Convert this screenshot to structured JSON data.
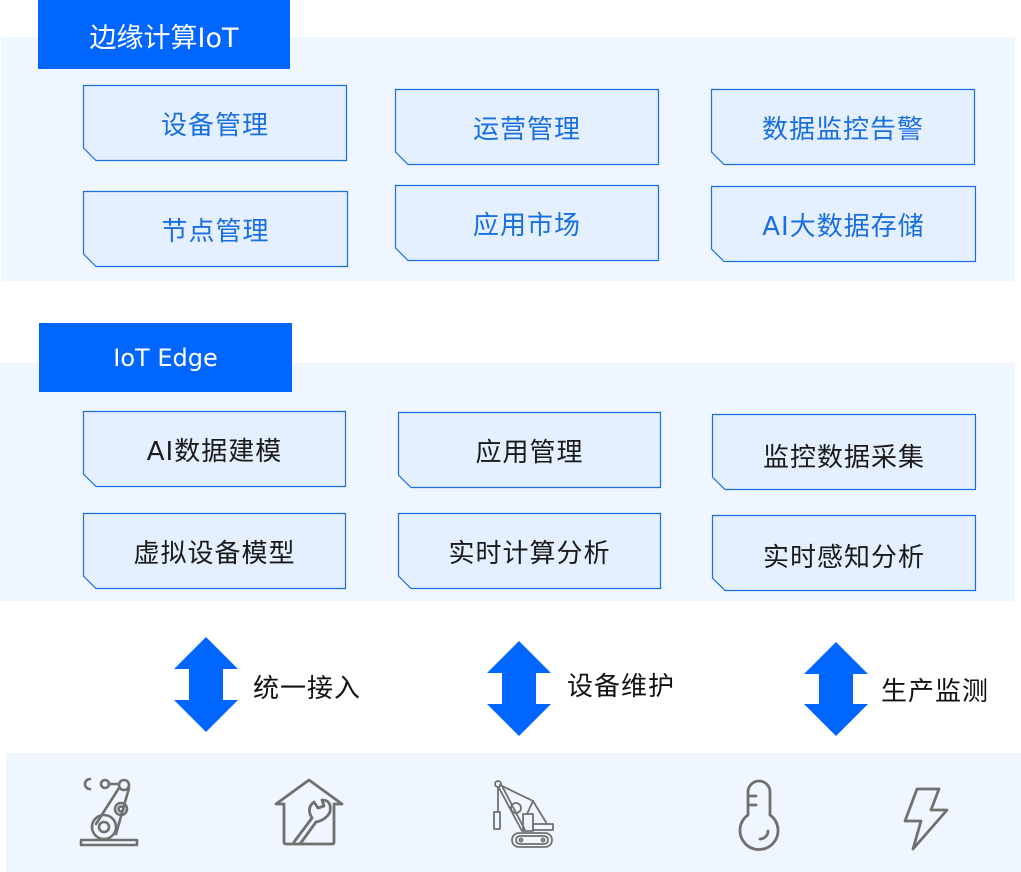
{
  "colors": {
    "accent": "#0066ff",
    "panel_bg": "#f0f6ff",
    "module_bg": "#e4efff",
    "module_border": "#1a6fe0",
    "module_text_blue": "#1a6fe0",
    "module_text_dark": "#1a1a1a",
    "icon_gray": "#707070"
  },
  "edge_cloud": {
    "title": "边缘计算IoT",
    "modules": [
      {
        "label": "设备管理"
      },
      {
        "label": "运营管理"
      },
      {
        "label": "数据监控告警"
      },
      {
        "label": "节点管理"
      },
      {
        "label": "应用市场"
      },
      {
        "label": "AI大数据存储"
      }
    ]
  },
  "iot_edge": {
    "title": "IoT Edge",
    "modules": [
      {
        "label": "AI数据建模"
      },
      {
        "label": "应用管理"
      },
      {
        "label": "监控数据采集"
      },
      {
        "label": "虚拟设备模型"
      },
      {
        "label": "实时计算分析"
      },
      {
        "label": "实时感知分析"
      }
    ]
  },
  "connections": [
    {
      "label": "统一接入",
      "icon": "double-arrow-vertical-icon"
    },
    {
      "label": "设备维护",
      "icon": "double-arrow-vertical-icon"
    },
    {
      "label": "生产监测",
      "icon": "double-arrow-vertical-icon"
    }
  ],
  "devices": [
    {
      "icon": "robot-arm-icon"
    },
    {
      "icon": "house-wrench-icon"
    },
    {
      "icon": "crane-icon"
    },
    {
      "icon": "thermometer-icon"
    },
    {
      "icon": "lightning-icon"
    }
  ]
}
